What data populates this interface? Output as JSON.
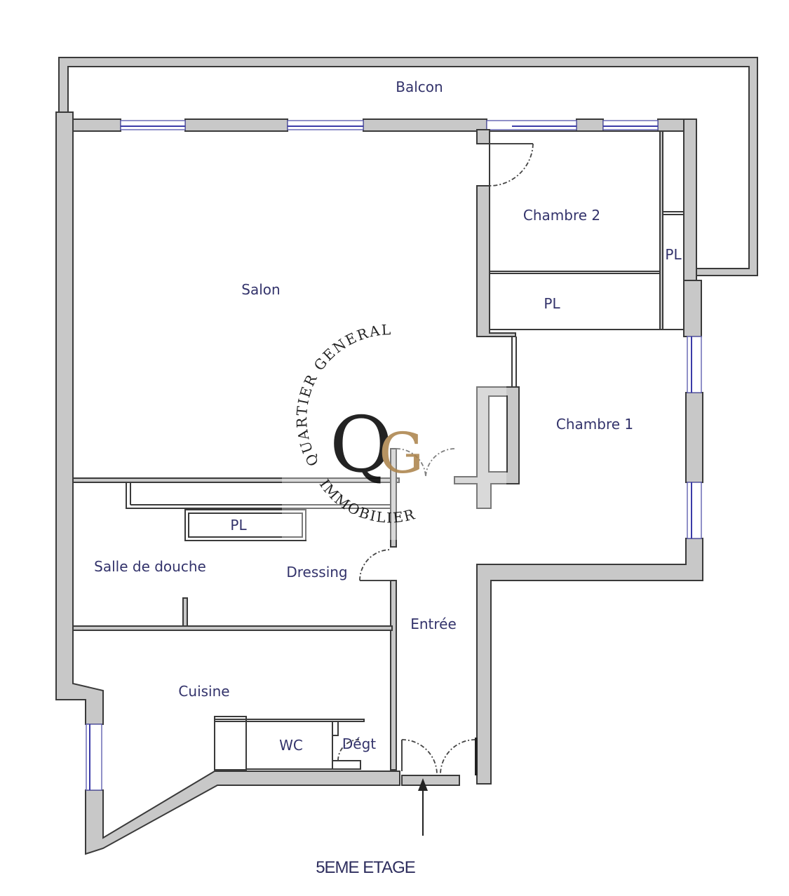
{
  "rooms": {
    "balcon": "Balcon",
    "salon": "Salon",
    "chambre2": "Chambre 2",
    "pl_chambre2": "PL",
    "pl_right": "PL",
    "chambre1": "Chambre 1",
    "pl_douche": "PL",
    "salle_de_douche": "Salle de douche",
    "dressing": "Dressing",
    "entree": "Entrée",
    "cuisine": "Cuisine",
    "wc": "WC",
    "degt": "Dégt"
  },
  "floor_label": "5EME ETAGE",
  "watermark": {
    "arc_top": "QUARTIER GENERAL",
    "arc_bottom": "IMMOBILIER",
    "monogram": "QG"
  },
  "colors": {
    "wall_fill": "#c8c8c8",
    "label_text": "#33336b",
    "window": "#3b3ba8",
    "watermark_gold": "#b08a55"
  }
}
